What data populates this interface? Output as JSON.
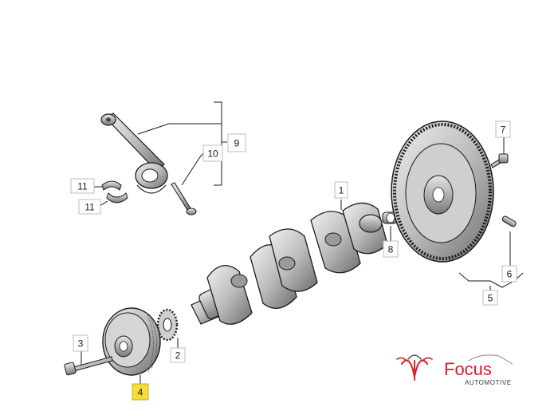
{
  "diagram": {
    "callouts": [
      {
        "id": "1",
        "label": "1",
        "highlight": false
      },
      {
        "id": "2",
        "label": "2",
        "highlight": false
      },
      {
        "id": "3",
        "label": "3",
        "highlight": false
      },
      {
        "id": "4",
        "label": "4",
        "highlight": true
      },
      {
        "id": "5",
        "label": "5",
        "highlight": false
      },
      {
        "id": "6",
        "label": "6",
        "highlight": false
      },
      {
        "id": "7",
        "label": "7",
        "highlight": false
      },
      {
        "id": "8",
        "label": "8",
        "highlight": false
      },
      {
        "id": "9",
        "label": "9",
        "highlight": false
      },
      {
        "id": "10",
        "label": "10",
        "highlight": false
      },
      {
        "id": "11a",
        "label": "11",
        "highlight": false
      },
      {
        "id": "11b",
        "label": "11",
        "highlight": false
      }
    ],
    "parts": [
      "connecting-rod",
      "bearing-shells",
      "rod-bolt",
      "crankshaft",
      "crank-gear",
      "pulley",
      "pulley-bolt",
      "flywheel",
      "flywheel-bolt",
      "dowel-pin",
      "pilot-bushing"
    ],
    "colors": {
      "line": "#1a1a1a",
      "part_fill": "#d9d9d9",
      "part_shade": "#8c8c8c",
      "highlight": "#f5dc3c",
      "brand_red": "#d81f26"
    }
  },
  "logo": {
    "brand": "Focus",
    "tagline": "AUTOMOTIVE"
  }
}
